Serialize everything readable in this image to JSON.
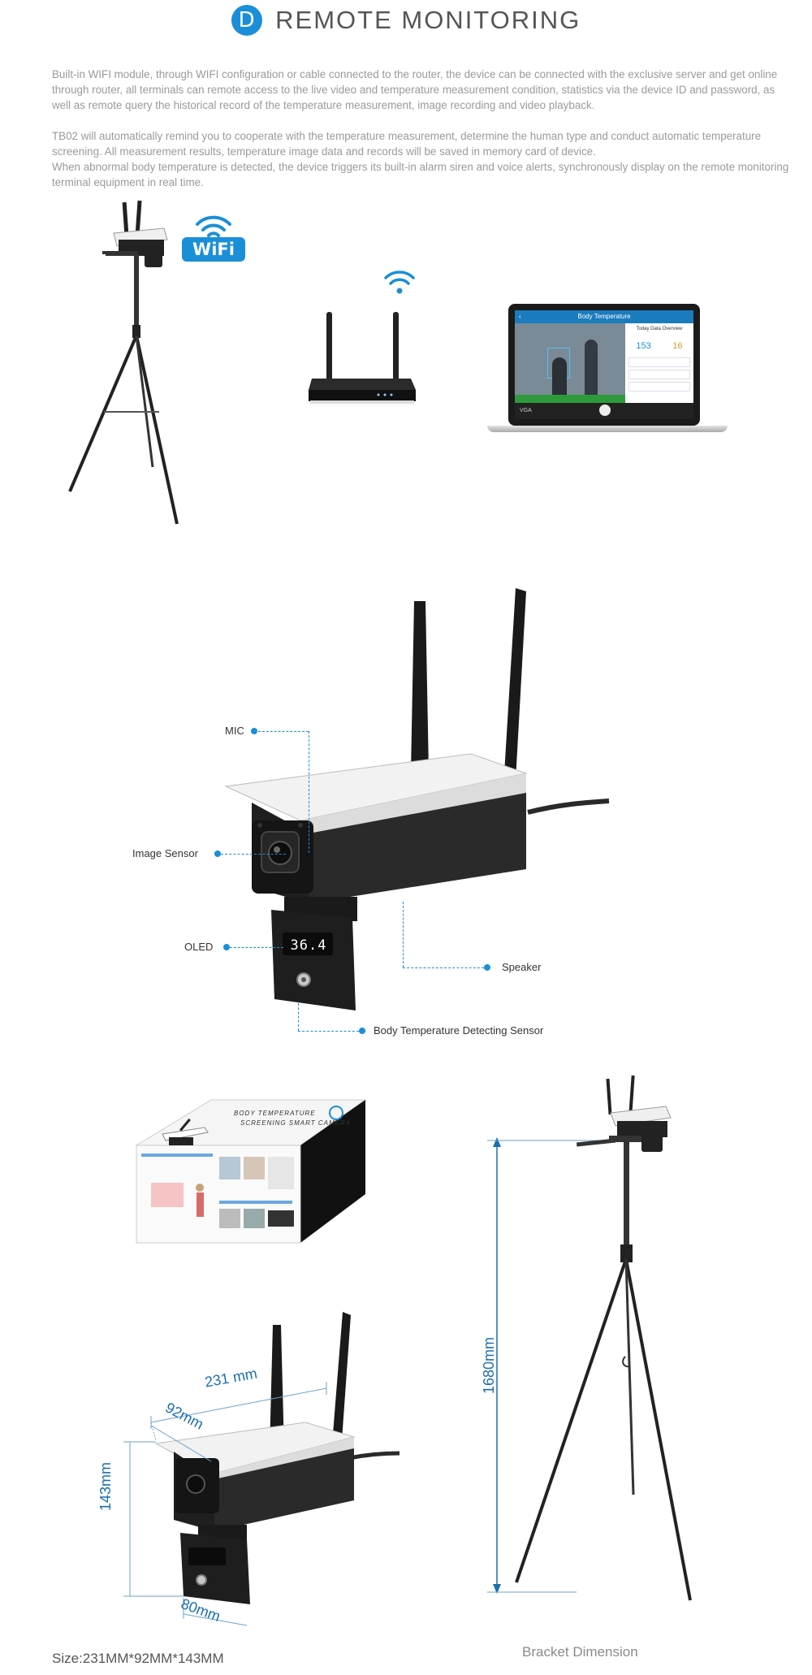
{
  "header": {
    "badge": "D",
    "title": "REMOTE MONITORING"
  },
  "intro": {
    "p1": "Built-in WIFI module, through WIFI configuration or cable connected to the router, the device can be connected with the exclusive server and get online through router, all terminals can remote access to the live video and temperature measurement condition, statistics via the device ID and password, as well as remote query the historical record of the temperature measurement, image recording and video playback.",
    "p2": "TB02 will automatically remind you to cooperate with the temperature measurement, determine the human type and conduct automatic temperature screening. All measurement results, temperature image data and records will be saved in memory card of device.",
    "p3": "When abnormal body temperature is detected, the device triggers its built-in alarm siren and voice alerts, synchronously display on the remote monitoring terminal equipment in real time."
  },
  "wifi_badge": "WiFi",
  "laptop_screen": {
    "title": "Body Temperature",
    "panel_title": "Today Data Overview",
    "count_normal": "153",
    "count_abnormal": "16",
    "res": "VGA"
  },
  "camera_labels": {
    "mic": "MIC",
    "image_sensor": "Image Sensor",
    "oled": "OLED",
    "speaker": "Speaker",
    "body_temp_sensor": "Body Temperature Detecting Sensor",
    "oled_reading": "36.4"
  },
  "box_text": {
    "line1": "BODY TEMPERATURE",
    "line2": "SCREENING SMART CAMERA"
  },
  "dimensions": {
    "width": "231 mm",
    "depth": "92mm",
    "height": "143mm",
    "lower": "80mm",
    "size_caption": "Size:231MM*92MM*143MM",
    "bracket_height": "1680mm",
    "bracket_caption": "Bracket Dimension"
  },
  "colors": {
    "accent": "#1a8fd8",
    "camera_body": "#1e1e1e",
    "camera_hood": "#f2f2f2"
  }
}
